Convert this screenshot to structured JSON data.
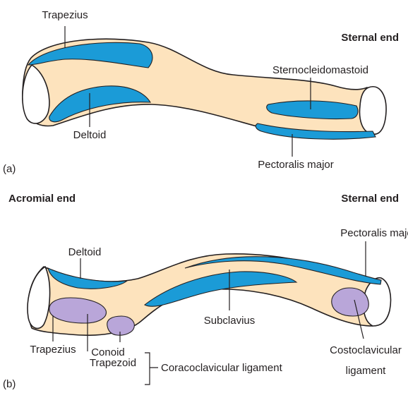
{
  "panel_a": {
    "tag": "(a)",
    "end_label": "Sternal end",
    "labels": {
      "trapezius": "Trapezius",
      "deltoid": "Deltoid",
      "sternocleidomastoid": "Sternocleidomastoid",
      "pectoralis_major": "Pectoralis major"
    }
  },
  "panel_b": {
    "tag": "(b)",
    "left_end_label": "Acromial end",
    "right_end_label": "Sternal end",
    "labels": {
      "pectoralis_major": "Pectoralis major",
      "deltoid": "Deltoid",
      "subclavius": "Subclavius",
      "trapezius": "Trapezius",
      "conoid": "Conoid",
      "trapezoid": "Trapezoid",
      "coracoclavicular_ligament": "Coracoclavicular ligament",
      "costoclavicular_ligament_line1": "Costoclavicular",
      "costoclavicular_ligament_line2": "ligament"
    }
  },
  "colors": {
    "bone": "#fde3bd",
    "muscle_attachment": "#1b9bd7",
    "ligament_attachment": "#b9a6d9",
    "outline": "#231f20"
  }
}
